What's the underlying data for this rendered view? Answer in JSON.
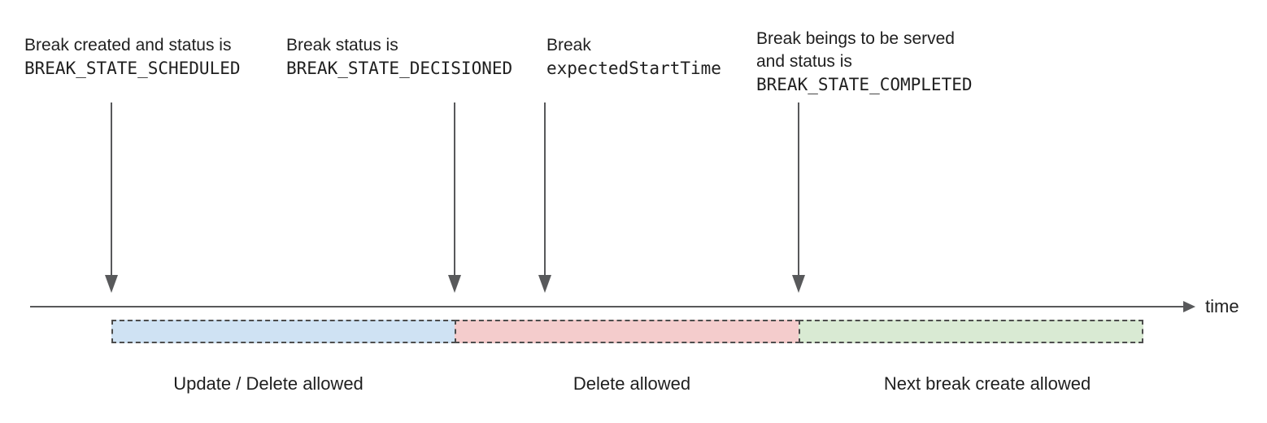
{
  "annotations": [
    {
      "line1": "Break created and status is",
      "line2": "BREAK_STATE_SCHEDULED"
    },
    {
      "line1": "Break status is",
      "line2": "BREAK_STATE_DECISIONED"
    },
    {
      "line1": "Break",
      "line2": "expectedStartTime"
    },
    {
      "line1": "Break beings to be served",
      "line2": "and status is",
      "line3": "BREAK_STATE_COMPLETED"
    }
  ],
  "timeline": {
    "axis_label": "time"
  },
  "segments": [
    {
      "label": "Update / Delete allowed",
      "fill": "#cfe2f3"
    },
    {
      "label": "Delete allowed",
      "fill": "#f4cccc"
    },
    {
      "label": "Next break create allowed",
      "fill": "#d9ead3"
    }
  ],
  "colors": {
    "arrow_gray": "#58595b",
    "dash_border": "#4d4d4d",
    "segment_blue": "#cfe2f3",
    "segment_red": "#f4cccc",
    "segment_green": "#d9ead3"
  }
}
